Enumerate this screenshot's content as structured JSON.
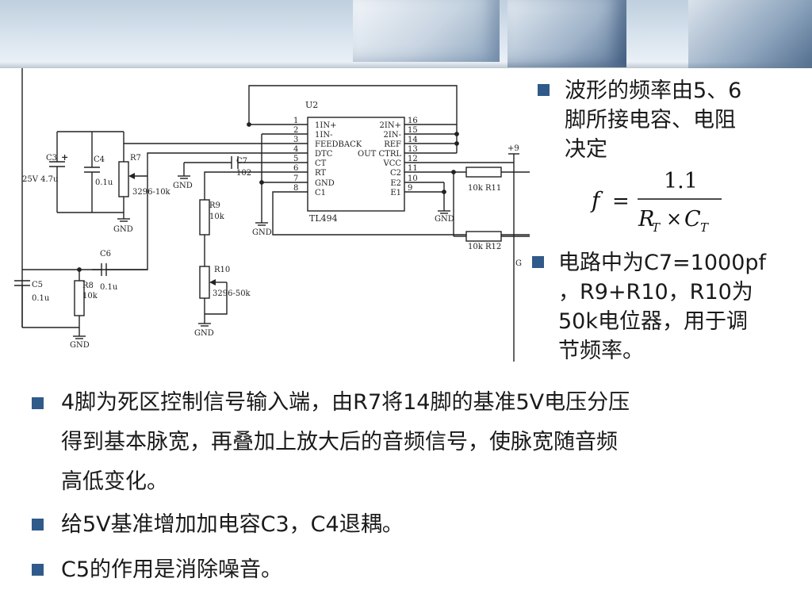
{
  "bullets": {
    "freq_line1": "波形的频率由5、6",
    "freq_line2": "脚所接电容、电阻",
    "freq_line3": "决定",
    "circuit_line1": "电路中为C7=1000pf",
    "circuit_line2": "，R9+R10，R10为",
    "circuit_line3": "50k电位器，用于调",
    "circuit_line4": "节频率。",
    "deadzone_line1": "4脚为死区控制信号输入端，由R7将14脚的基准5V电压分压",
    "deadzone_line2": "得到基本脉宽，再叠加上放大后的音频信号，使脉宽随音频",
    "deadzone_line3": "高低变化。",
    "decouple": "给5V基准增加加电容C3，C4退耦。",
    "noise": "C5的作用是消除噪音。"
  },
  "formula": {
    "lhs": "f",
    "eq": "=",
    "numerator": "1.1",
    "r": "R",
    "r_sub": "T",
    "times": "×",
    "c": "C",
    "c_sub": "T"
  },
  "circuit": {
    "ic_ref": "U2",
    "ic_model": "TL494",
    "left_pins": [
      {
        "num": "1",
        "name": "1IN+"
      },
      {
        "num": "2",
        "name": "1IN-"
      },
      {
        "num": "3",
        "name": "FEEDBACK"
      },
      {
        "num": "4",
        "name": "DTC"
      },
      {
        "num": "5",
        "name": "CT"
      },
      {
        "num": "6",
        "name": "RT"
      },
      {
        "num": "7",
        "name": "GND"
      },
      {
        "num": "8",
        "name": "C1"
      }
    ],
    "right_pins": [
      {
        "num": "16",
        "name": "2IN+"
      },
      {
        "num": "15",
        "name": "2IN-"
      },
      {
        "num": "14",
        "name": "REF"
      },
      {
        "num": "13",
        "name": "OUT CTRL"
      },
      {
        "num": "12",
        "name": "VCC"
      },
      {
        "num": "11",
        "name": "C2"
      },
      {
        "num": "10",
        "name": "E2"
      },
      {
        "num": "9",
        "name": "E1"
      }
    ],
    "c3_label": "C3",
    "c3_plus": "+",
    "c3_value": "25V 4.7u",
    "c4_label": "C4",
    "c4_value": "0.1u",
    "r7_label": "R7",
    "r7_value": "3296-10k",
    "c7_label": "C7",
    "c7_value": "102",
    "r9_label": "R9",
    "r9_value": "10k",
    "r10_label": "R10",
    "r10_value": "3296-50k",
    "c6_label": "C6",
    "c6_value": "0.1u",
    "c5_label": "C5",
    "c5_value": "0.1u",
    "r8_label": "R8",
    "r8_value": "10k",
    "r11_label": "10k  R11",
    "r12_label": "10k  R12",
    "vplus": "+9",
    "gnd": "GND",
    "edge_g": "G"
  }
}
